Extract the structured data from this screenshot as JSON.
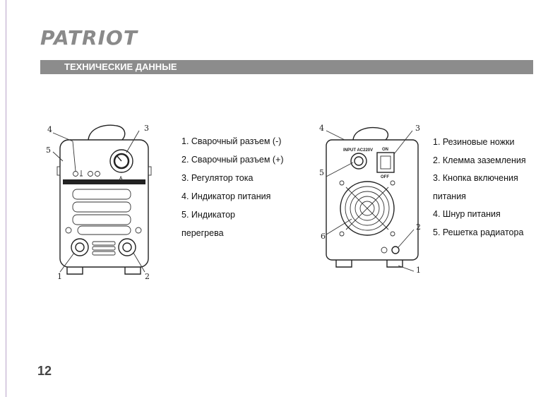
{
  "brand": "PATRIOT",
  "section_title": "ТЕХНИЧЕСКИЕ ДАННЫЕ",
  "front_panel": {
    "callouts": [
      "1",
      "2",
      "3",
      "4",
      "5"
    ],
    "knob_label": "A",
    "legend": [
      "1. Сварочный разъем (-)",
      "2. Сварочный разъем (+)",
      "3. Регулятор тока",
      "4. Индикатор питания",
      "5. Индикатор",
      "перегрева"
    ]
  },
  "rear_panel": {
    "callouts": [
      "1",
      "2",
      "3",
      "4",
      "5",
      "6"
    ],
    "input_label": "INPUT AC220V",
    "switch_on": "ON",
    "switch_off": "OFF",
    "legend": [
      "1. Резиновые ножки",
      "2. Клемма заземления",
      "3. Кнопка включения",
      "питания",
      "4. Шнур питания",
      "5. Решетка радиатора"
    ]
  },
  "page_number": "12"
}
